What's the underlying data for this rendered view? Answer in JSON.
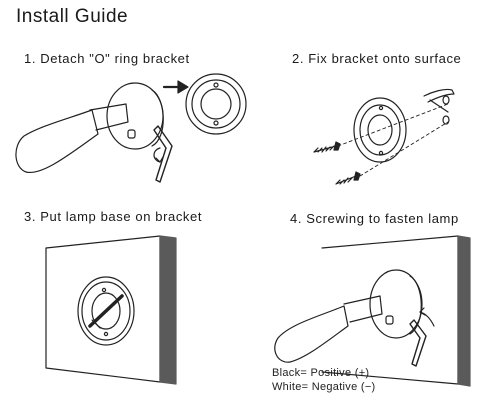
{
  "title": "Install Guide",
  "steps": [
    {
      "label": "1. Detach \"O\" ring bracket"
    },
    {
      "label": "2. Fix bracket onto surface"
    },
    {
      "label": "3. Put lamp base on bracket"
    },
    {
      "label": "4. Screwing to fasten lamp"
    }
  ],
  "wiring": {
    "black": "Black= Positive (+)",
    "white": "White= Negative (−)"
  },
  "colors": {
    "line": "#222222",
    "wall_edge": "#5a5a5a",
    "background": "#ffffff"
  }
}
